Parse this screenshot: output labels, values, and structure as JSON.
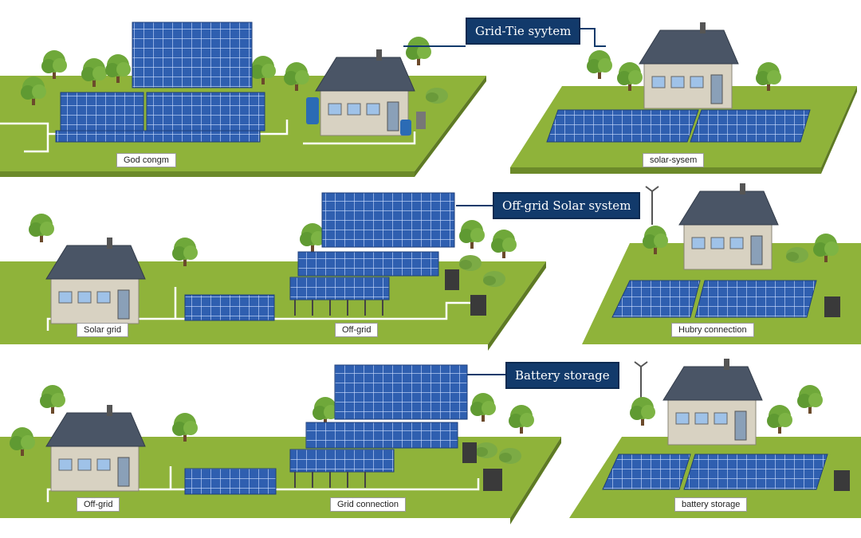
{
  "callouts": {
    "grid_tie": "Grid-Tie syytem",
    "off_grid": "Off-grid Solar system",
    "battery": "Battery storage"
  },
  "labels": {
    "row1_left": "God congm",
    "row1_right": "solar-sysem",
    "row2_left": "Solar grid",
    "row2_mid": "Off-grid",
    "row2_right": "Hubry connection",
    "row3_left": "Off-grid",
    "row3_mid": "Grid connection",
    "row3_right": "battery storage"
  },
  "colors": {
    "grass": "#8fb33a",
    "grass_side": "#6c8a2a",
    "panel": "#2f5fb0",
    "roof": "#4a5566",
    "wall": "#d8d2c2",
    "callout_bg": "#123a6b"
  }
}
